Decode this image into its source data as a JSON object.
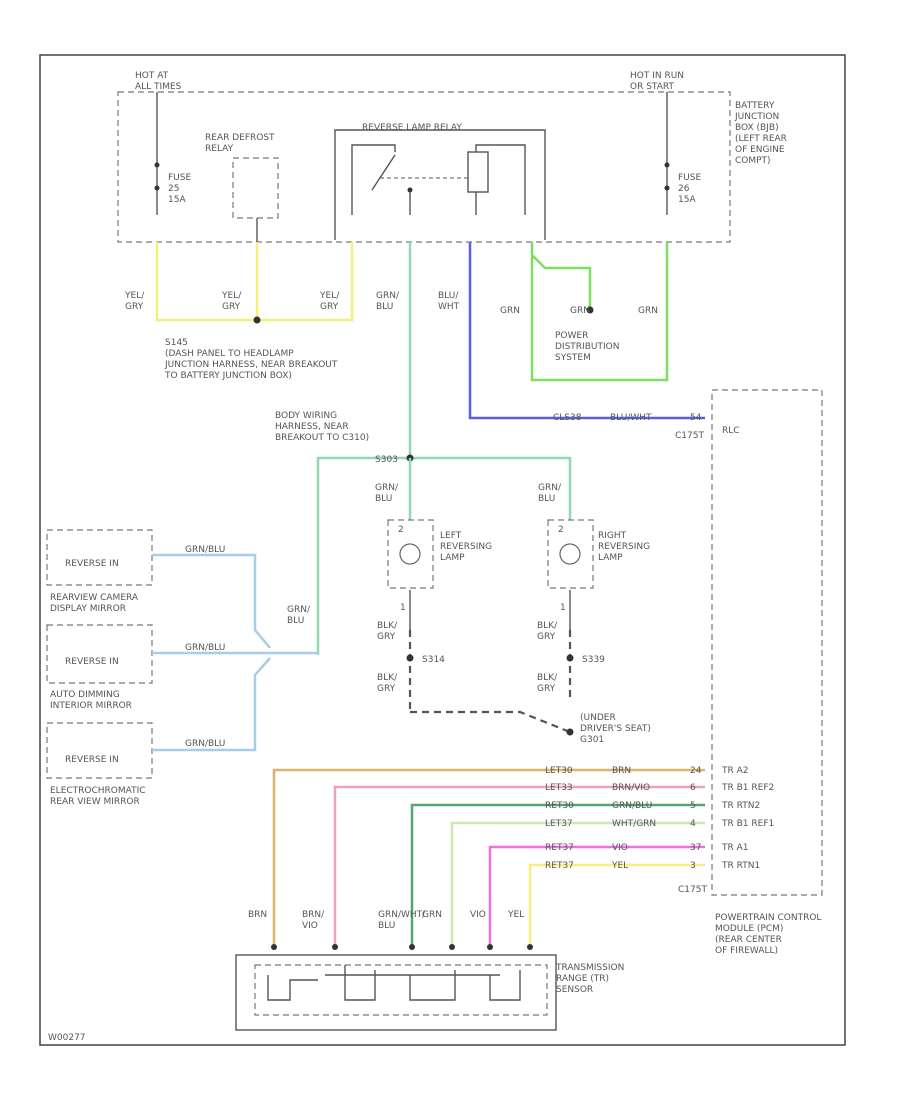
{
  "colors": {
    "yellow": "#f3f07a",
    "green": "#7ede62",
    "teal": "#93d8b4",
    "blue": "#5a5ee6",
    "lightblue": "#a5cfe6",
    "tan": "#d8b46c",
    "pink": "#f0a0b8",
    "darkgreen": "#4fa872",
    "lightgreen": "#c6eab0",
    "magenta": "#ef70e6",
    "yel2": "#f7f080"
  },
  "junction_box": {
    "hot_left": "HOT AT\nALL TIMES",
    "hot_right": "HOT IN RUN\nOR START",
    "box_label": "BATTERY\nJUNCTION\nBOX (BJB)\n(LEFT REAR\nOF ENGINE\nCOMPT)",
    "fuse_left": "FUSE\n25\n15A",
    "fuse_right": "FUSE\n26\n15A",
    "defrost": "REAR DEFROST\nRELAY",
    "relay": "REVERSE LAMP RELAY"
  },
  "wires_top": {
    "w1": "YEL/\nGRY",
    "w2": "YEL/\nGRY",
    "w3": "YEL/\nGRY",
    "w4": "GRN/\nBLU",
    "w5": "BLU/\nWHT",
    "w6": "GRN",
    "w7": "GRN",
    "w8": "GRN"
  },
  "splice_s145": "S145\n(DASH PANEL TO HEADLAMP\nJUNCTION HARNESS, NEAR BREAKOUT\nTO BATTERY JUNCTION BOX)",
  "power_dist": "POWER\nDISTRIBUTION\nSYSTEM",
  "body_splice": "BODY WIRING\nHARNESS, NEAR\nBREAKOUT TO C310)",
  "splice_s303": "S303",
  "blu_wire_codes": [
    "CLS38",
    "BLU/WHT",
    "54"
  ],
  "c175t": "C175T",
  "pcm_pin_top": "RLC",
  "lamps": {
    "left_label": "LEFT\nREVERSING\nLAMP",
    "right_label": "RIGHT\nREVERSING\nLAMP",
    "left_wire_top": "GRN/\nBLU",
    "right_wire_top": "GRN/\nBLU",
    "left_pin_top": "2",
    "right_pin_top": "2",
    "left_pin_bot": "1",
    "right_pin_bot": "1",
    "left_wire_bot1": "BLK/\nGRY",
    "right_wire_bot1": "BLK/\nGRY",
    "left_wire_bot2": "BLK/\nGRY",
    "right_wire_bot2": "BLK/\nGRY",
    "left_splice": "S314",
    "right_splice": "S339",
    "ground_label": "(UNDER\nDRIVER'S SEAT)\nG301"
  },
  "mirrors": {
    "m1_pin": "REVERSE IN",
    "m1_label": "REARVIEW CAMERA\nDISPLAY MIRROR",
    "m2_pin": "REVERSE IN",
    "m2_label": "AUTO DIMMING\nINTERIOR MIRROR",
    "m3_pin": "REVERSE IN",
    "m3_label": "ELECTROCHROMATIC\nREAR VIEW MIRROR",
    "wire_label": "GRN/BLU",
    "merge_wire": "GRN/\nBLU"
  },
  "trs": {
    "circuits": [
      {
        "code": "LET30",
        "color": "BRN",
        "pin": "24",
        "pcm": "TR A2"
      },
      {
        "code": "LET33",
        "color": "BRN/VIO",
        "pin": "6",
        "pcm": "TR B1 REF2"
      },
      {
        "code": "RET30",
        "color": "GRN/BLU",
        "pin": "5",
        "pcm": "TR RTN2"
      },
      {
        "code": "LET37",
        "color": "WHT/GRN",
        "pin": "4",
        "pcm": "TR B1 REF1"
      },
      {
        "code": "RET37",
        "color": "VIO",
        "pin": "37",
        "pcm": "TR A1"
      },
      {
        "code": "RET37",
        "color": "YEL",
        "pin": "3",
        "pcm": "TR RTN1"
      }
    ],
    "c175t_bottom": "C175T",
    "pcm_label": "POWERTRAIN CONTROL\nMODULE (PCM)\n(REAR CENTER\nOF FIREWALL)",
    "bottom_wires": [
      "BRN",
      "BRN/\nVIO",
      "GRN/WHT/\nBLU",
      "GRN",
      "VIO",
      "YEL"
    ],
    "sensor_label": "TRANSMISSION\nRANGE (TR)\nSENSOR"
  },
  "footer_code": "W00277"
}
